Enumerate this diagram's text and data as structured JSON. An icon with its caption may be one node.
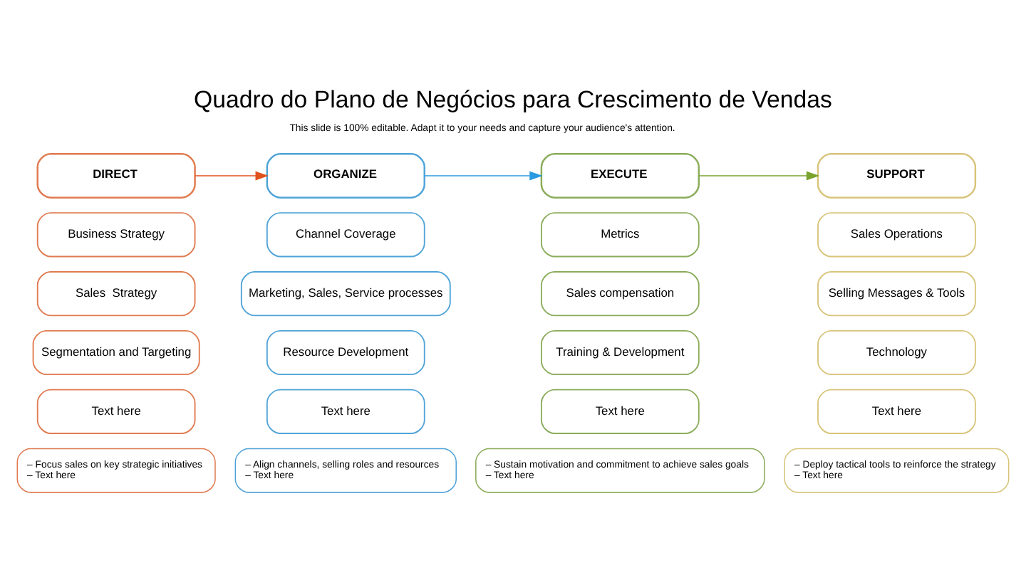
{
  "diagram": {
    "title": "Quadro do Plano de Negócios para Crescimento de Vendas",
    "nodes": [
      {
        "text": [
          "DIRECT"
        ]
      },
      {
        "text": [
          "Business Strategy"
        ]
      },
      {
        "text": [
          "Sales  Strategy"
        ]
      },
      {
        "text": [
          "Segmentation and Targeting"
        ]
      },
      {
        "text": [
          "Text here"
        ]
      },
      {
        "text": [
          "– Focus sales on key strategic initiatives",
          "– Text here"
        ]
      },
      {
        "text": [
          "ORGANIZE"
        ]
      },
      {
        "text": [
          "Channel Coverage"
        ]
      },
      {
        "text": [
          "Marketing, Sales, Service processes"
        ]
      },
      {
        "text": [
          "Resource Development"
        ]
      },
      {
        "text": [
          "Text here"
        ]
      },
      {
        "text": [
          "– Align channels, selling roles and resources",
          "– Text here"
        ]
      },
      {
        "text": [
          "EXECUTE"
        ]
      },
      {
        "text": [
          "Metrics"
        ]
      },
      {
        "text": [
          "Sales compensation"
        ]
      },
      {
        "text": [
          "Training & Development"
        ]
      },
      {
        "text": [
          "Text here"
        ]
      },
      {
        "text": [
          "– Sustain motivation and commitment to achieve sales goals",
          "– Text here"
        ]
      },
      {
        "text": [
          "SUPPORT"
        ]
      },
      {
        "text": [
          "Sales Operations"
        ]
      },
      {
        "text": [
          "Selling Messages & Tools"
        ]
      },
      {
        "text": [
          "Technology"
        ]
      },
      {
        "text": [
          "Text here"
        ]
      },
      {
        "text": [
          "– Deploy tactical tools to reinforce the strategy",
          "– Text here"
        ]
      }
    ],
    "edges": [
      {
        "from": 0,
        "to": 6,
        "arrow": "to",
        "color": "#e0521e"
      },
      {
        "from": 6,
        "to": 12,
        "arrow": "to",
        "color": "#2a9be0"
      },
      {
        "from": 12,
        "to": 18,
        "arrow": "to",
        "color": "#7aa32e"
      }
    ],
    "labels": [
      "This slide is 100% editable. Adapt it to your needs and capture your audience's attention."
    ]
  }
}
